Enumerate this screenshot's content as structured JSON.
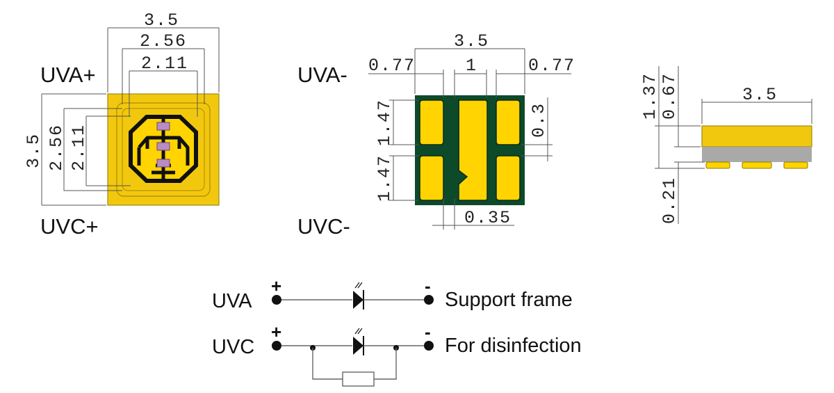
{
  "colors": {
    "package_yellow": "#f2c80f",
    "pad_yellow": "#ffd400",
    "pcb_green": "#0d4a2a",
    "chip_purple": "#b98cc4",
    "substrate_gray": "#a9a9a9",
    "line": "#555555"
  },
  "top_view": {
    "label_top": "UVA+",
    "label_bottom": "UVC+",
    "dim_width_outer": "3.5",
    "dim_width_mid": "2.56",
    "dim_width_inner": "2.11",
    "dim_height_outer": "3.5",
    "dim_height_mid": "2.56",
    "dim_height_inner": "2.11"
  },
  "bottom_view": {
    "label_top": "UVA-",
    "label_bottom": "UVC-",
    "dim_width": "3.5",
    "dim_left_margin": "0.77",
    "dim_center": "1",
    "dim_right_margin": "0.77",
    "dim_pad_height_top": "1.47",
    "dim_pad_height_bottom": "1.47",
    "dim_gap": "0.3",
    "dim_pad_gap": "0.35"
  },
  "side_view": {
    "dim_width": "3.5",
    "dim_total_height": "1.37",
    "dim_body_height": "0.67",
    "dim_pad_height": "0.21"
  },
  "circuit": {
    "row1_label": "UVA",
    "row1_desc": "Support frame",
    "row2_label": "UVC",
    "row2_desc": "For disinfection",
    "plus_sign": "+",
    "minus_sign": "-"
  }
}
